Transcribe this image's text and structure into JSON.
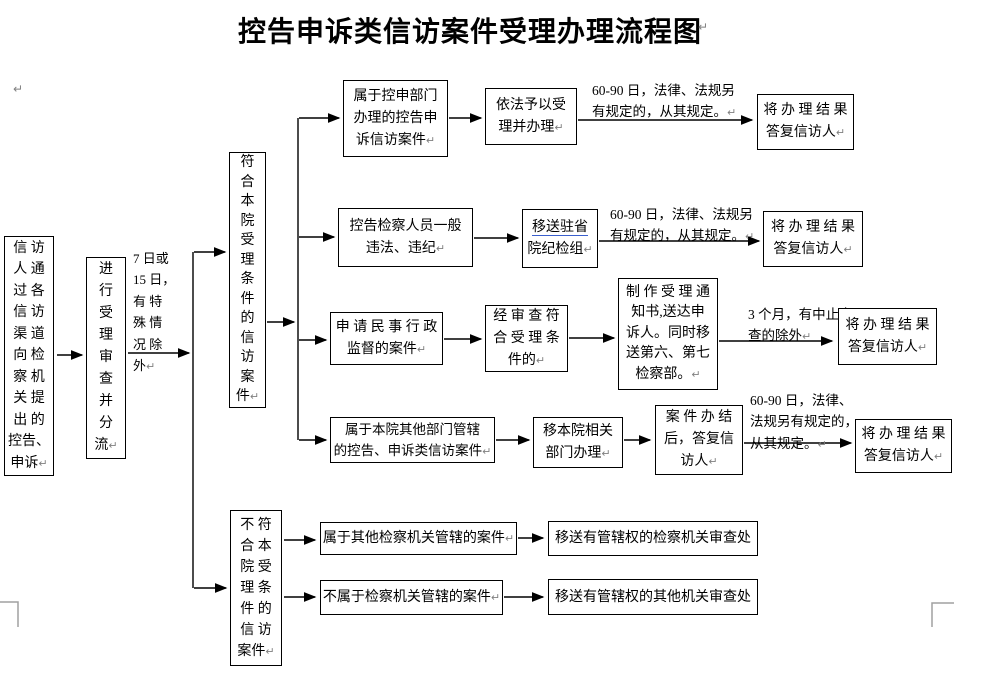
{
  "title": "控告申诉类信访案件受理办理流程图",
  "pilcrow": "↵",
  "flow": {
    "source": "信 访\n人 通\n过 各\n信 访\n渠 道\n向 检\n察 机\n关 提\n出 的\n控告、\n申诉",
    "review": "进\n行\n受\n理\n审\n查\n并\n分\n流",
    "deadline_note": "7 日或\n15 日，\n有 特\n殊 情\n况 除\n外",
    "meets": "符\n合\n本\n院\n受\n理\n条\n件\n的\n信\n访\n案\n件",
    "not_meets": "不 符\n合 本\n院 受\n理 条\n件 的\n信 访\n案件",
    "branch1": {
      "case": "属于控申部门\n办理的控告申\n诉信访案件",
      "handle": "依法予以受\n理并办理",
      "note": "60-90 日，法律、法规另\n有规定的，从其规定。",
      "reply": "将 办 理 结 果\n答复信访人"
    },
    "branch2": {
      "case": "控告检察人员一般\n违法、违纪",
      "transfer_underlined": "移送驻省",
      "transfer_rest": "院纪检组",
      "note": "60-90 日，法律、法规另\n有规定的，从其规定。",
      "reply": "将 办 理 结 果\n答复信访人"
    },
    "branch3": {
      "case": "申 请 民 事 行 政\n监督的案件",
      "review": "经 审 查 符\n合 受 理 条\n件的",
      "notice": "制 作 受 理 通\n知书,送达申\n诉人。同时移\n送第六、第七\n检察部。",
      "note": "3 个月，有中止审\n查的除外",
      "reply": "将 办 理 结 果\n答复信访人"
    },
    "branch4": {
      "case": "属于本院其他部门管辖\n的控告、申诉类信访案件",
      "transfer": "移本院相关\n部门办理",
      "done": "案 件 办 结\n后，答复信\n访人",
      "note": "60-90 日，法律、\n法规另有规定的，\n从其规定。",
      "reply": "将 办 理 结 果\n答复信访人"
    },
    "branch5": {
      "case": "属于其他检察机关管辖的案件",
      "transfer": "移送有管辖权的检察机关审查处"
    },
    "branch6": {
      "case": "不属于检察机关管辖的案件",
      "transfer": "移送有管辖权的其他机关审查处"
    }
  }
}
